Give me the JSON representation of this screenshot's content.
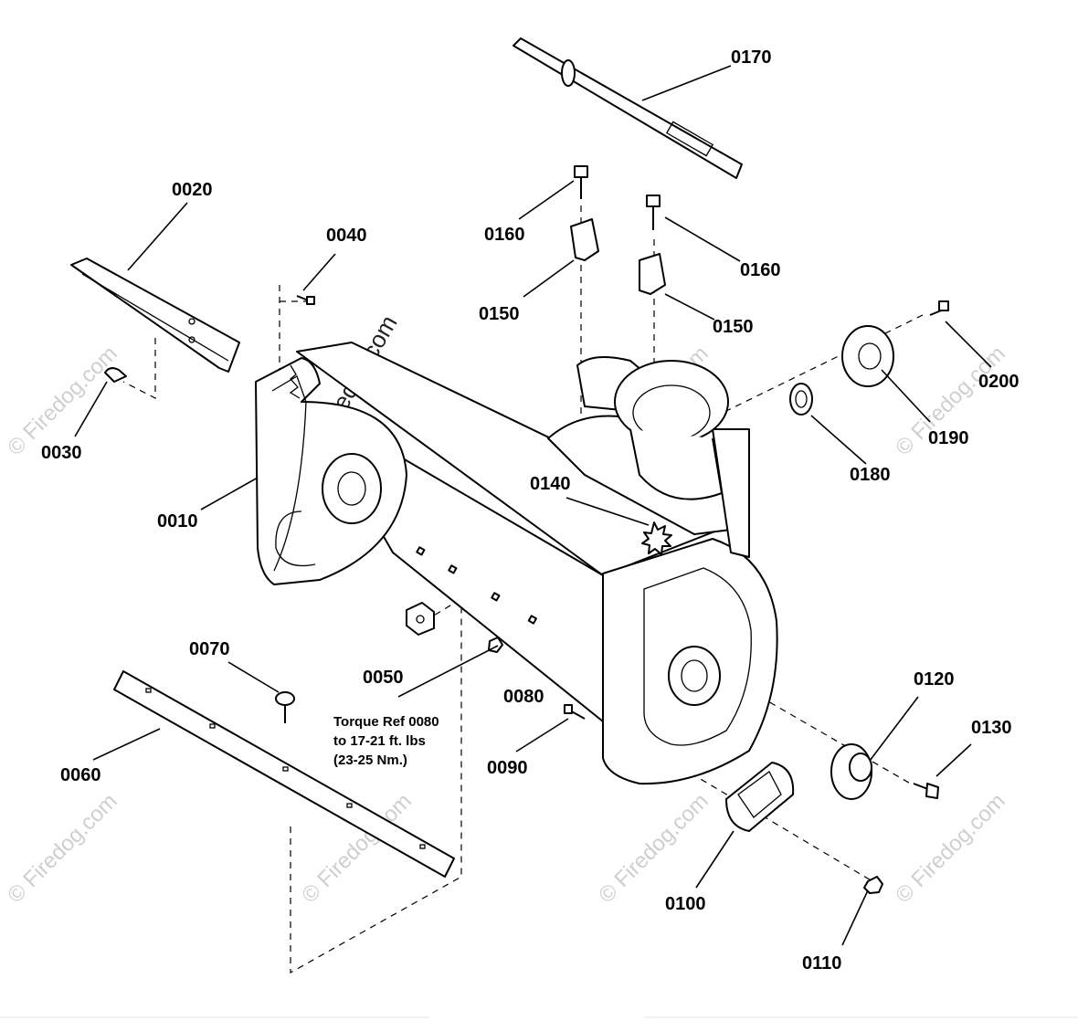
{
  "callouts": {
    "p0010": "0010",
    "p0020": "0020",
    "p0030": "0030",
    "p0040": "0040",
    "p0050": "0050",
    "p0060": "0060",
    "p0070": "0070",
    "p0080": "0080",
    "p0090": "0090",
    "p0100": "0100",
    "p0110": "0110",
    "p0120": "0120",
    "p0130": "0130",
    "p0140": "0140",
    "p0150a": "0150",
    "p0150b": "0150",
    "p0160a": "0160",
    "p0160b": "0160",
    "p0170": "0170",
    "p0180": "0180",
    "p0190": "0190",
    "p0200": "0200"
  },
  "torque_note": {
    "line1": "Torque Ref 0080",
    "line2": "to 17-21 ft. lbs",
    "line3": "(23-25 Nm.)"
  },
  "watermark": {
    "text": "© Firedog.com"
  }
}
